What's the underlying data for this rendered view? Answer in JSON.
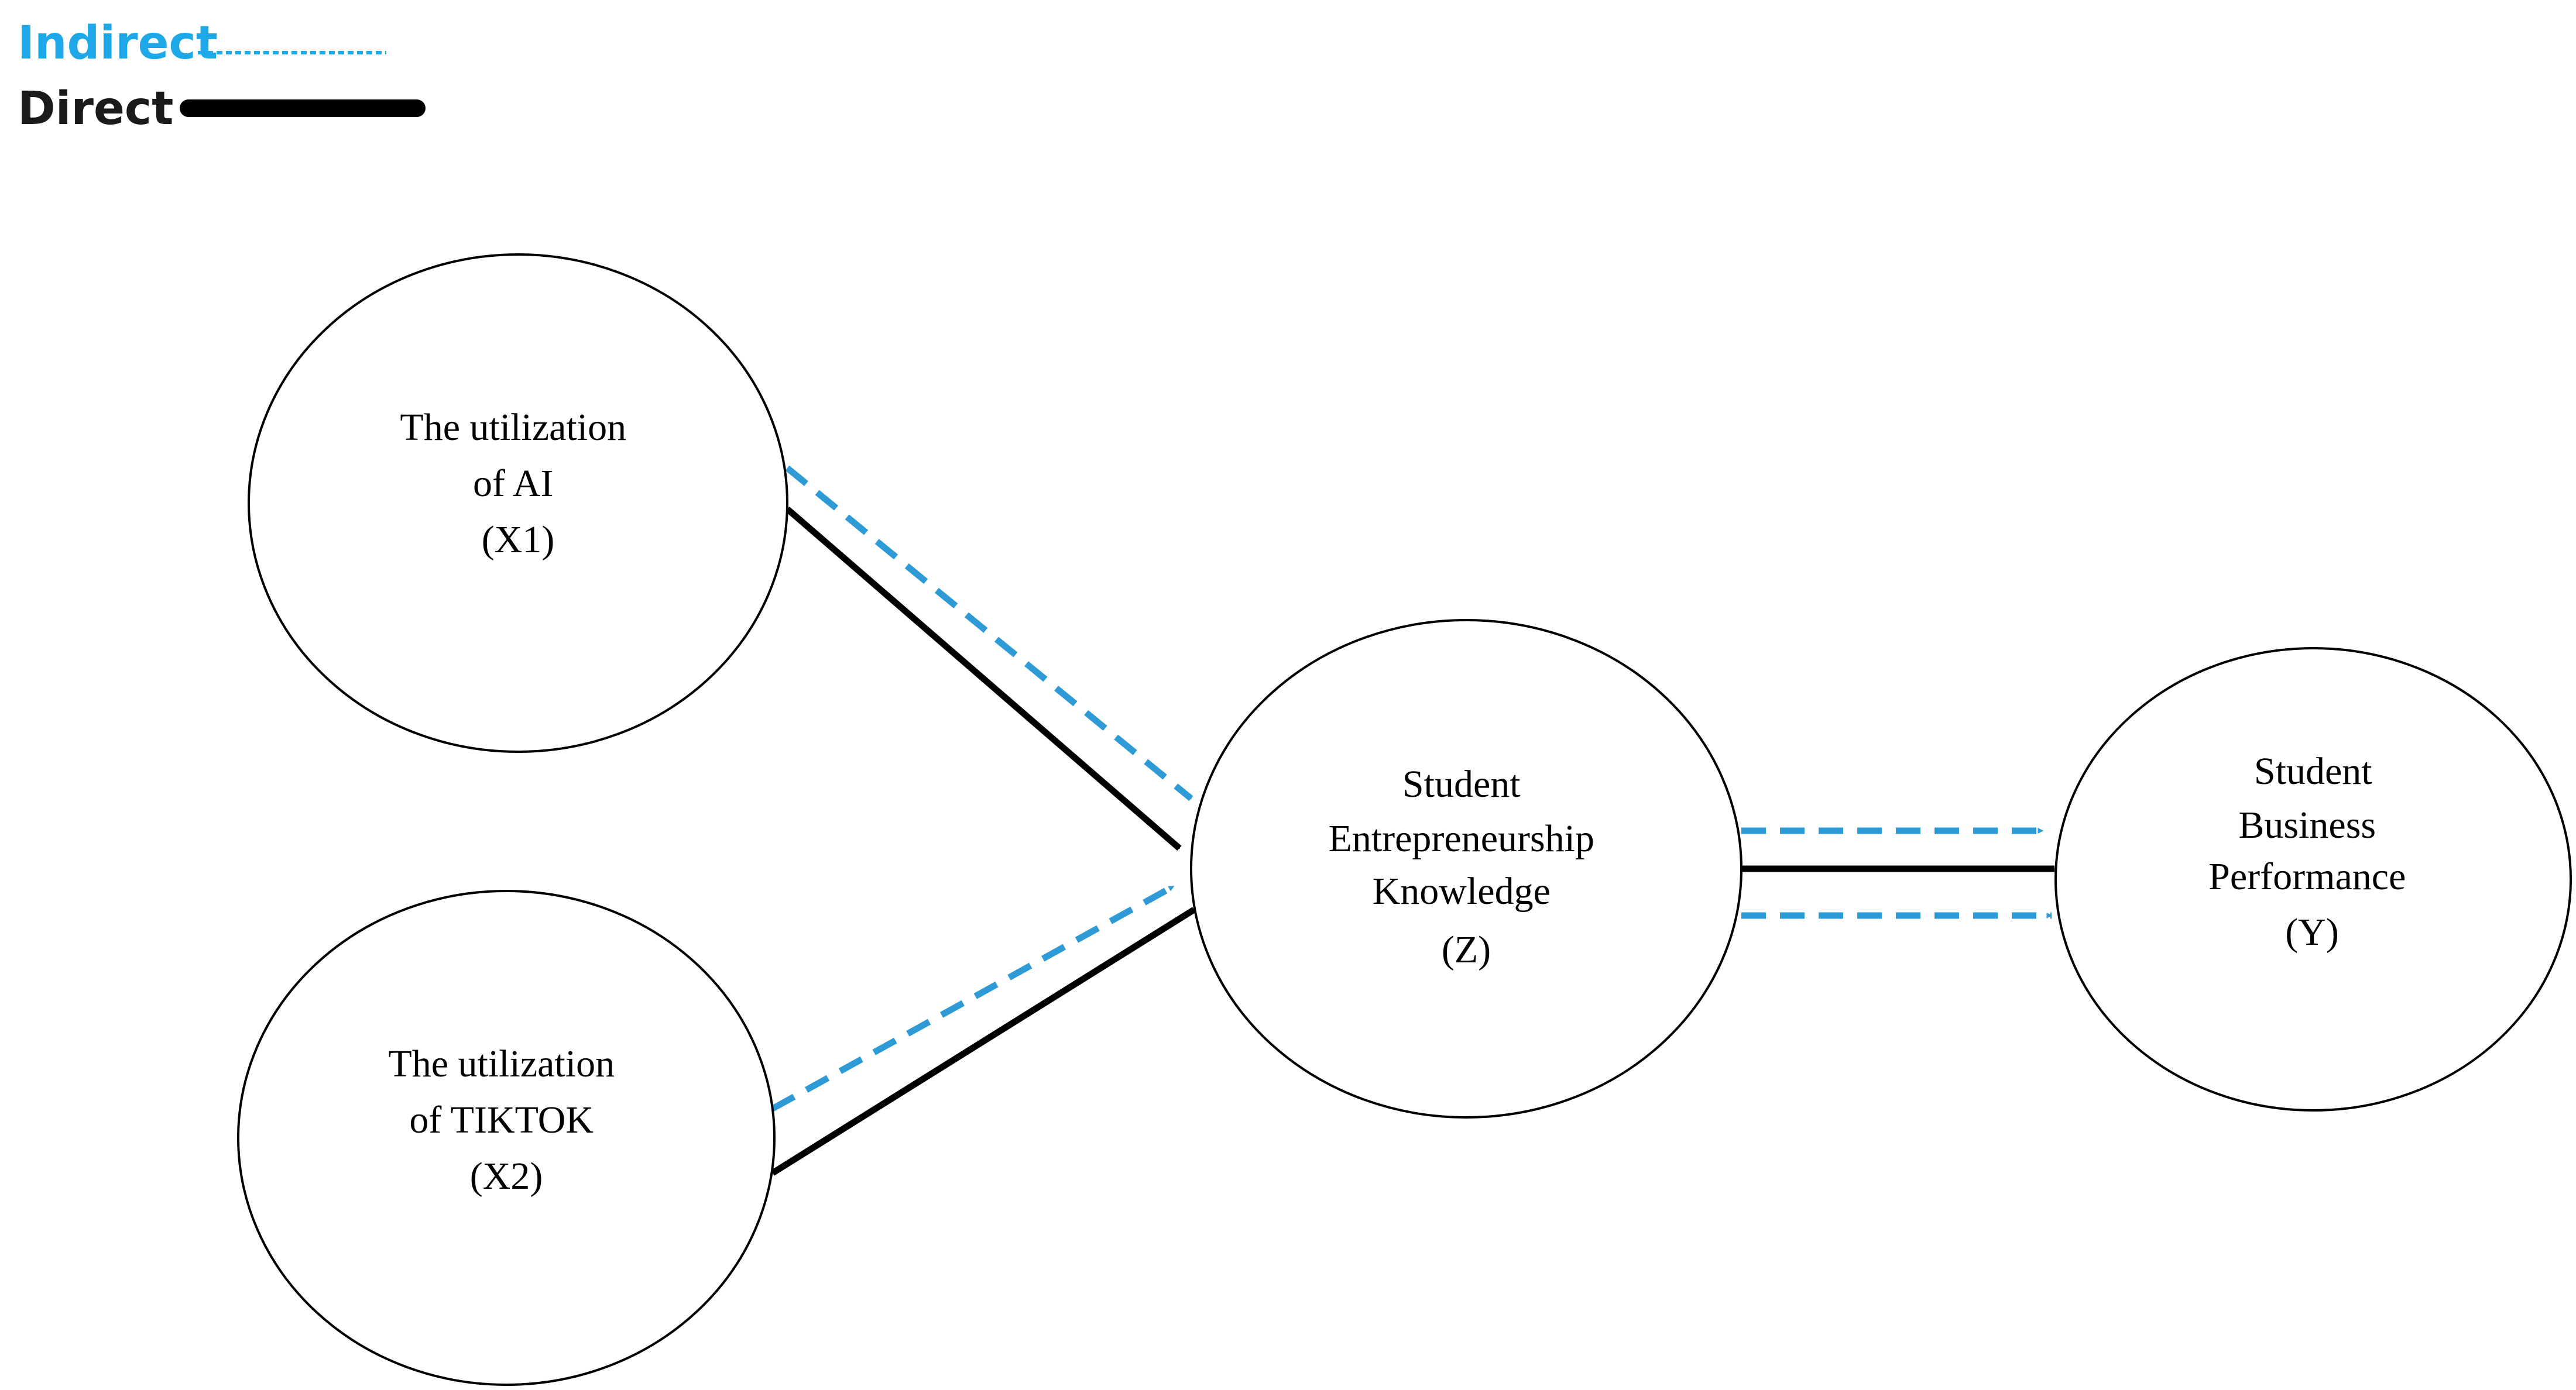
{
  "legend": {
    "indirect_label": "Indirect",
    "direct_label": "Direct"
  },
  "colors": {
    "indirect": "#2E9BD6",
    "indirect_text": "#1FA8E8",
    "direct": "#000000",
    "direct_text": "#1a1a1a"
  },
  "nodes": {
    "x1": {
      "lines": [
        "The utilization",
        "of AI",
        "(X1)"
      ]
    },
    "x2": {
      "lines": [
        "The utilization",
        "of TIKTOK",
        "(X2)"
      ]
    },
    "z": {
      "lines": [
        "Student",
        "Entrepreneurship",
        "Knowledge",
        "(Z)"
      ]
    },
    "y": {
      "lines": [
        "Student",
        "Business",
        "Performance",
        "(Y)"
      ]
    }
  }
}
